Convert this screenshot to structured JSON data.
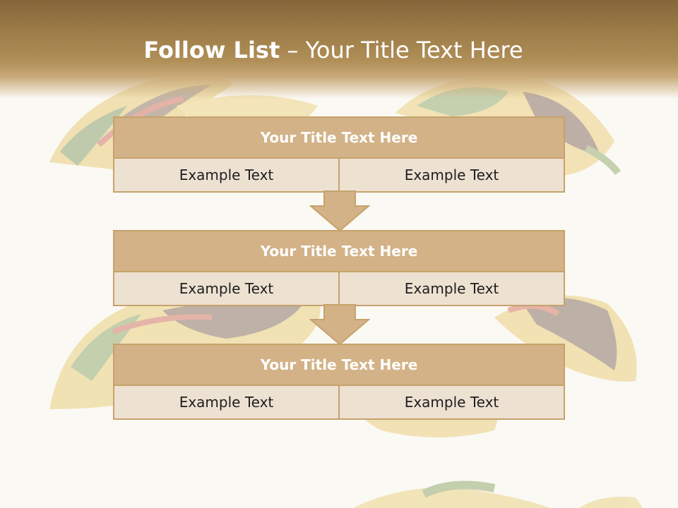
{
  "slide": {
    "title_bold": "Follow List",
    "title_rest": " – Your Title Text Here"
  },
  "list": [
    {
      "title": "Your Title Text Here",
      "left": "Example Text",
      "right": "Example Text"
    },
    {
      "title": "Your Title Text Here",
      "left": "Example Text",
      "right": "Example Text"
    },
    {
      "title": "Your Title Text Here",
      "left": "Example Text",
      "right": "Example Text"
    }
  ],
  "colors": {
    "header_dark": "#84663a",
    "box_title_fill": "#d3b287",
    "box_border": "#c6a26b",
    "box_cell_fill": "#ede1d2",
    "arrow_fill": "#d3b287"
  },
  "icons": {
    "arrow": "down-arrow-icon",
    "background": "taco-illustration"
  }
}
